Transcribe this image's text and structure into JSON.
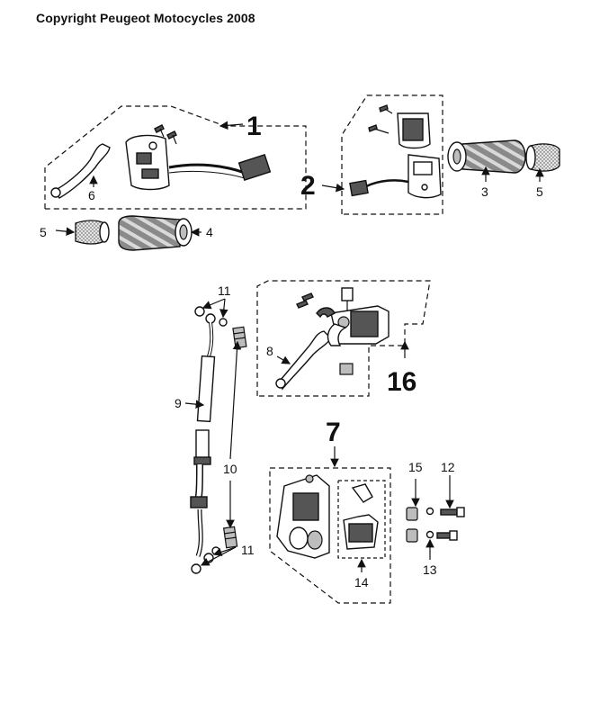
{
  "header": {
    "copyright": "Copyright Peugeot Motocycles 2008"
  },
  "callouts": {
    "c1": "1",
    "c2": "2",
    "c3": "3",
    "c4": "4",
    "c5a": "5",
    "c5b": "5",
    "c6": "6",
    "c7": "7",
    "c8": "8",
    "c9": "9",
    "c10": "10",
    "c11a": "11",
    "c11b": "11",
    "c12": "12",
    "c13": "13",
    "c14": "14",
    "c15": "15",
    "c16": "16"
  }
}
